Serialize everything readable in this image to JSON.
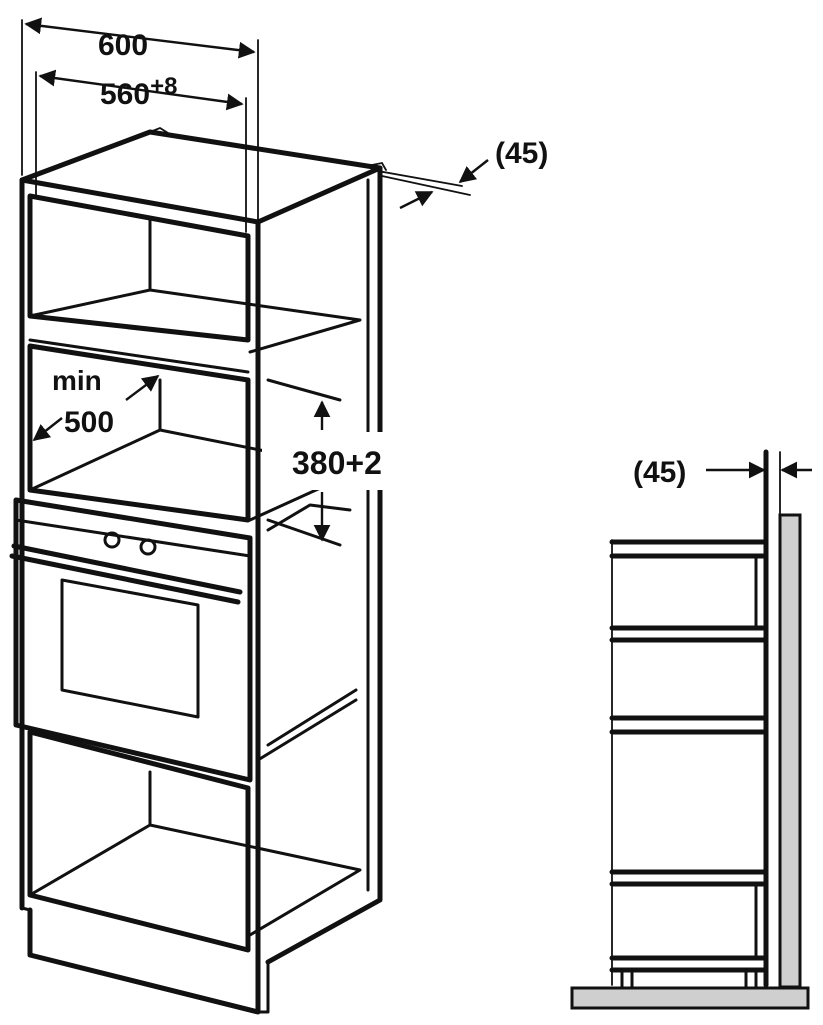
{
  "dimensions": {
    "width_outer": "600",
    "width_inner_base": "560",
    "width_inner_tol": "+8",
    "rear_gap_top": "(45)",
    "min_label": "min",
    "depth_min": "500",
    "niche_height": "380+2",
    "rear_gap_side": "(45)"
  },
  "colors": {
    "line": "#111111",
    "wall_fill": "#cfcfcf",
    "background": "#ffffff"
  }
}
